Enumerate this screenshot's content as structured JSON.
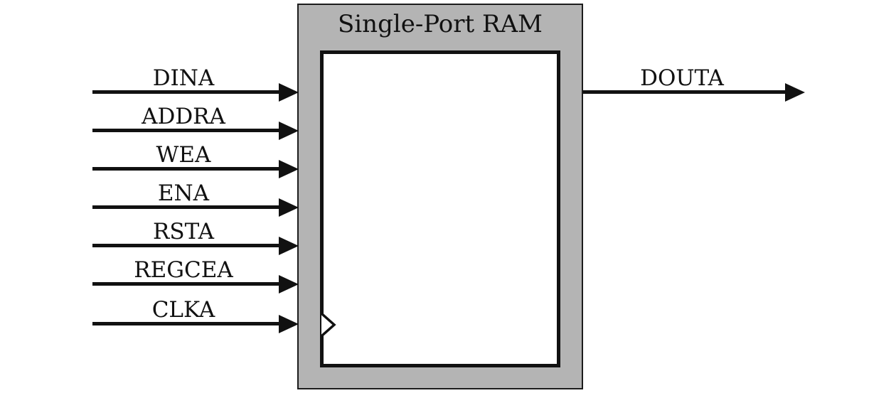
{
  "diagram": {
    "title": "Single-Port RAM",
    "inputs": [
      "DINA",
      "ADDRA",
      "WEA",
      "ENA",
      "RSTA",
      "REGCEA",
      "CLKA"
    ],
    "output": "DOUTA",
    "colors": {
      "block_fill": "#b4b4b4",
      "inner_fill": "#ffffff",
      "line": "#111111"
    }
  }
}
